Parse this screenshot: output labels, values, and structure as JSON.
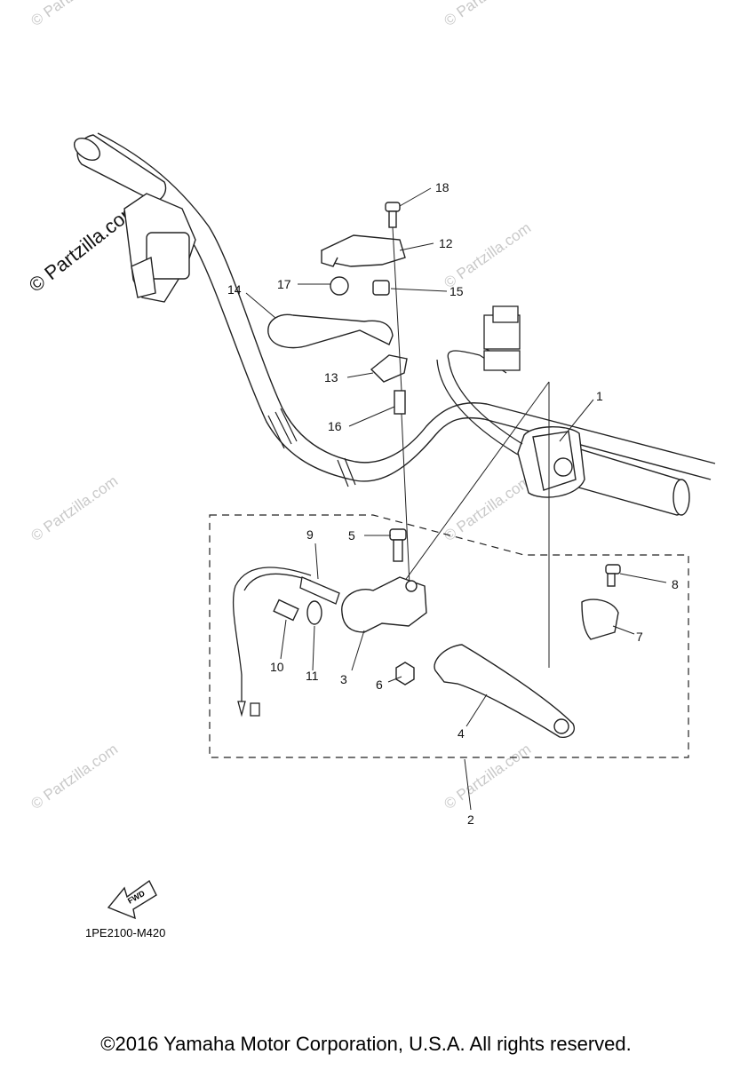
{
  "diagram": {
    "diagram_code": "1PE2100-M420",
    "fwd_arrow": "FWD",
    "copyright": "©2016  Yamaha Motor Corporation, U.S.A. All rights reserved.",
    "watermark_main": "© Partzilla.com",
    "watermark_faint": "© Partzilla.com",
    "callouts": {
      "p1": "1",
      "p2": "2",
      "p3": "3",
      "p4": "4",
      "p5": "5",
      "p6": "6",
      "p7": "7",
      "p8": "8",
      "p9": "9",
      "p10": "10",
      "p11": "11",
      "p12": "12",
      "p13": "13",
      "p14": "14",
      "p15": "15",
      "p16": "16",
      "p17": "17",
      "p18": "18"
    }
  }
}
